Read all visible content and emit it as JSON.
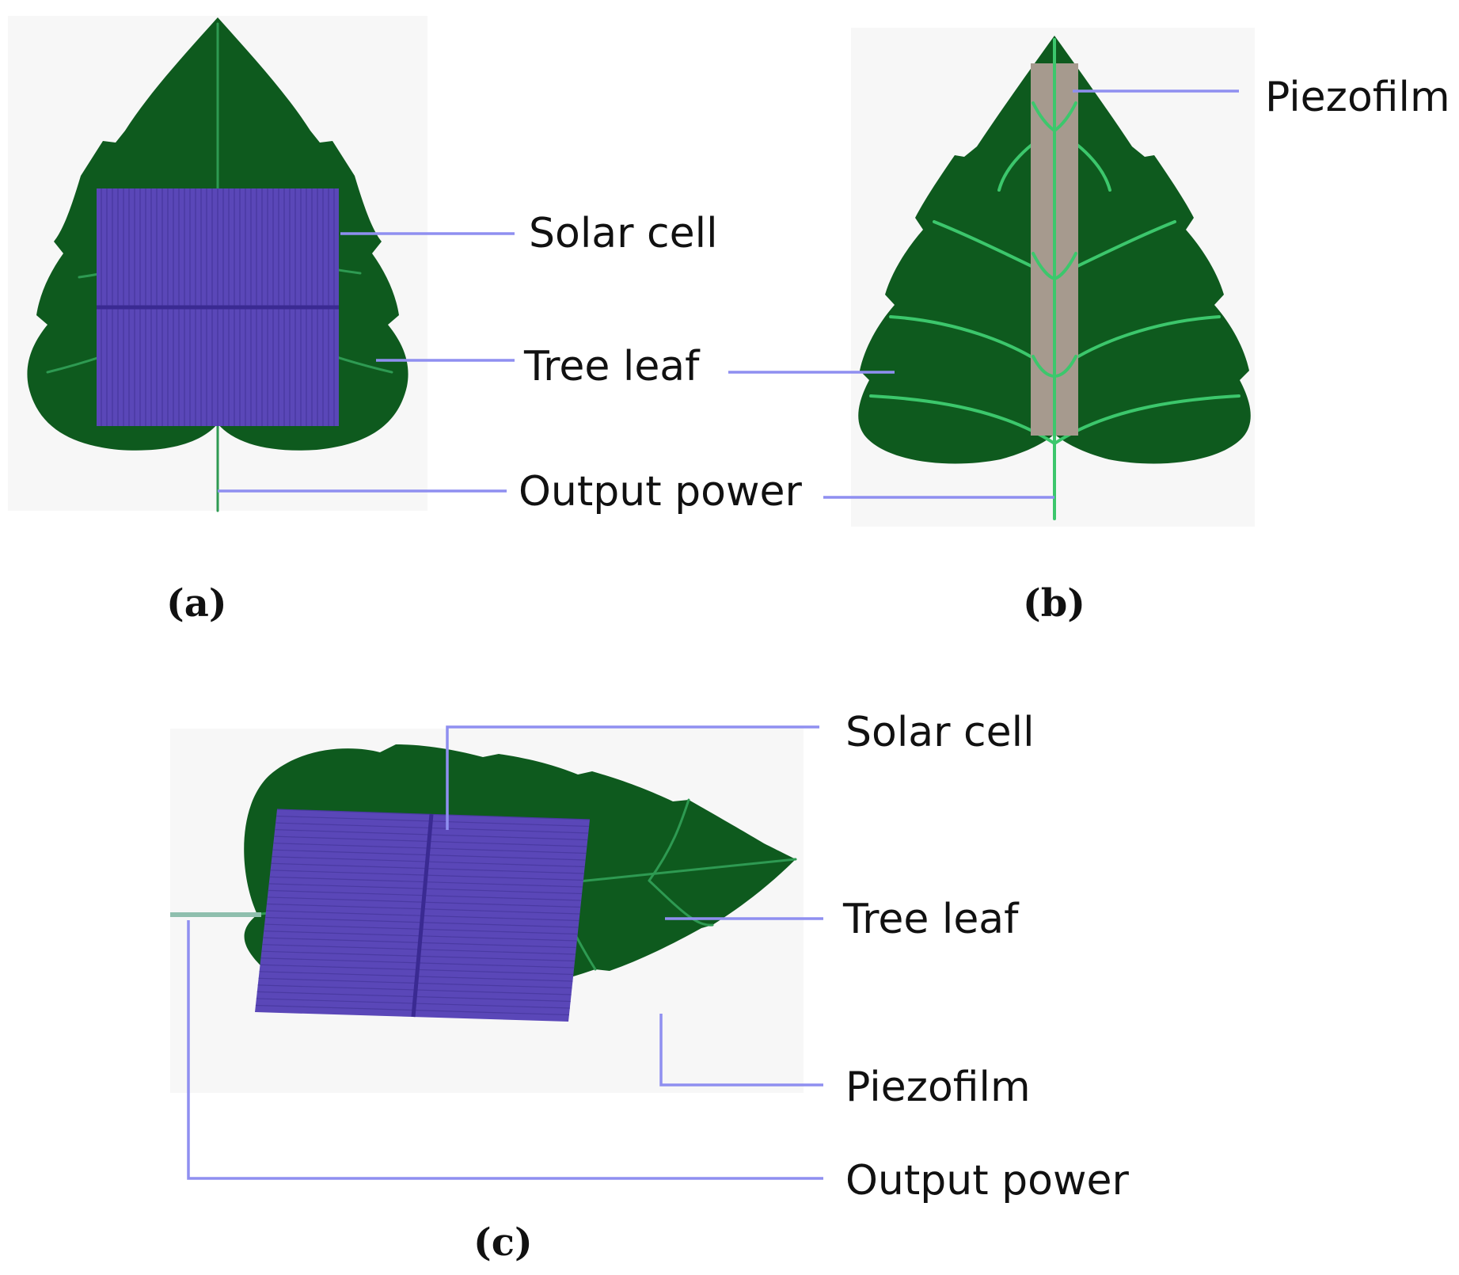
{
  "colors": {
    "leaf": "#0e5a1e",
    "vein": "#2e9a52",
    "vein_bright": "#3cc76c",
    "solar_cell": "#5a47b8",
    "solar_cell_line": "#4a3aa2",
    "piezofilm": "#a69a8e",
    "leader_line": "#8f8ff0",
    "panel_background": "#f7f7f7"
  },
  "panels": {
    "a": {
      "caption": "(a)",
      "labels": {
        "solar_cell": "Solar cell",
        "tree_leaf": "Tree leaf",
        "output_power": "Output power"
      }
    },
    "b": {
      "caption": "(b)",
      "labels": {
        "piezofilm": "Piezofilm"
      }
    },
    "c": {
      "caption": "(c)",
      "labels": {
        "solar_cell": "Solar cell",
        "tree_leaf": "Tree leaf",
        "piezofilm": "Piezofilm",
        "output_power": "Output power"
      }
    }
  }
}
